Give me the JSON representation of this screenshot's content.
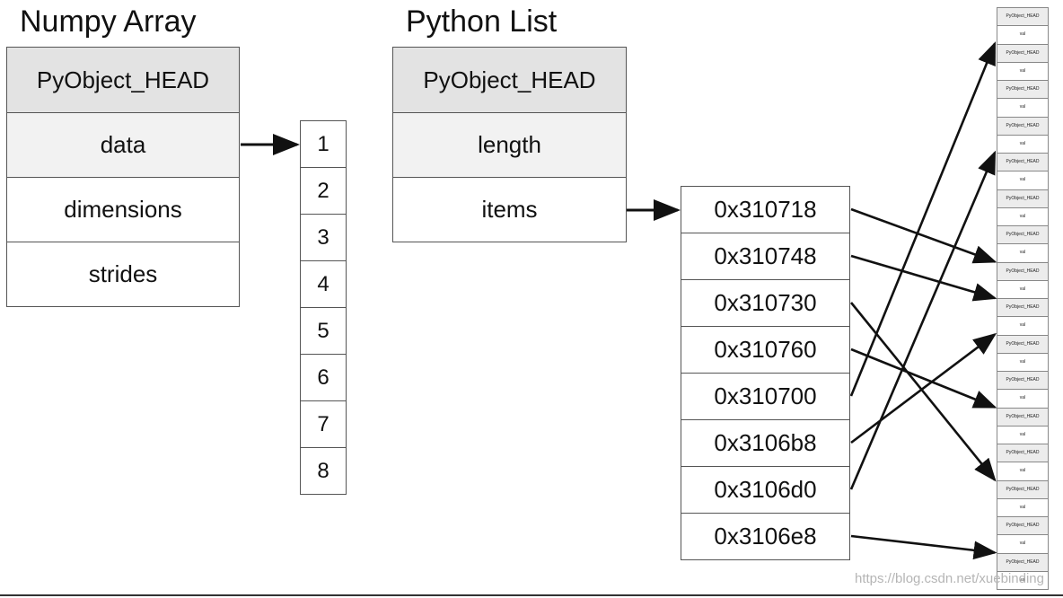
{
  "numpy": {
    "title": "Numpy Array",
    "fields": [
      "PyObject_HEAD",
      "data",
      "dimensions",
      "strides"
    ],
    "values": [
      "1",
      "2",
      "3",
      "4",
      "5",
      "6",
      "7",
      "8"
    ]
  },
  "pylist": {
    "title": "Python List",
    "fields": [
      "PyObject_HEAD",
      "length",
      "items"
    ],
    "addresses": [
      "0x310718",
      "0x310748",
      "0x310730",
      "0x310760",
      "0x310700",
      "0x3106b8",
      "0x3106d0",
      "0x3106e8"
    ],
    "pointer_targets": [
      7,
      8,
      13,
      11,
      1,
      9,
      4,
      15
    ]
  },
  "memory": {
    "object_label": "PyObject_HEAD",
    "value_label": "val"
  },
  "watermark": "https://blog.csdn.net/xuebinding"
}
